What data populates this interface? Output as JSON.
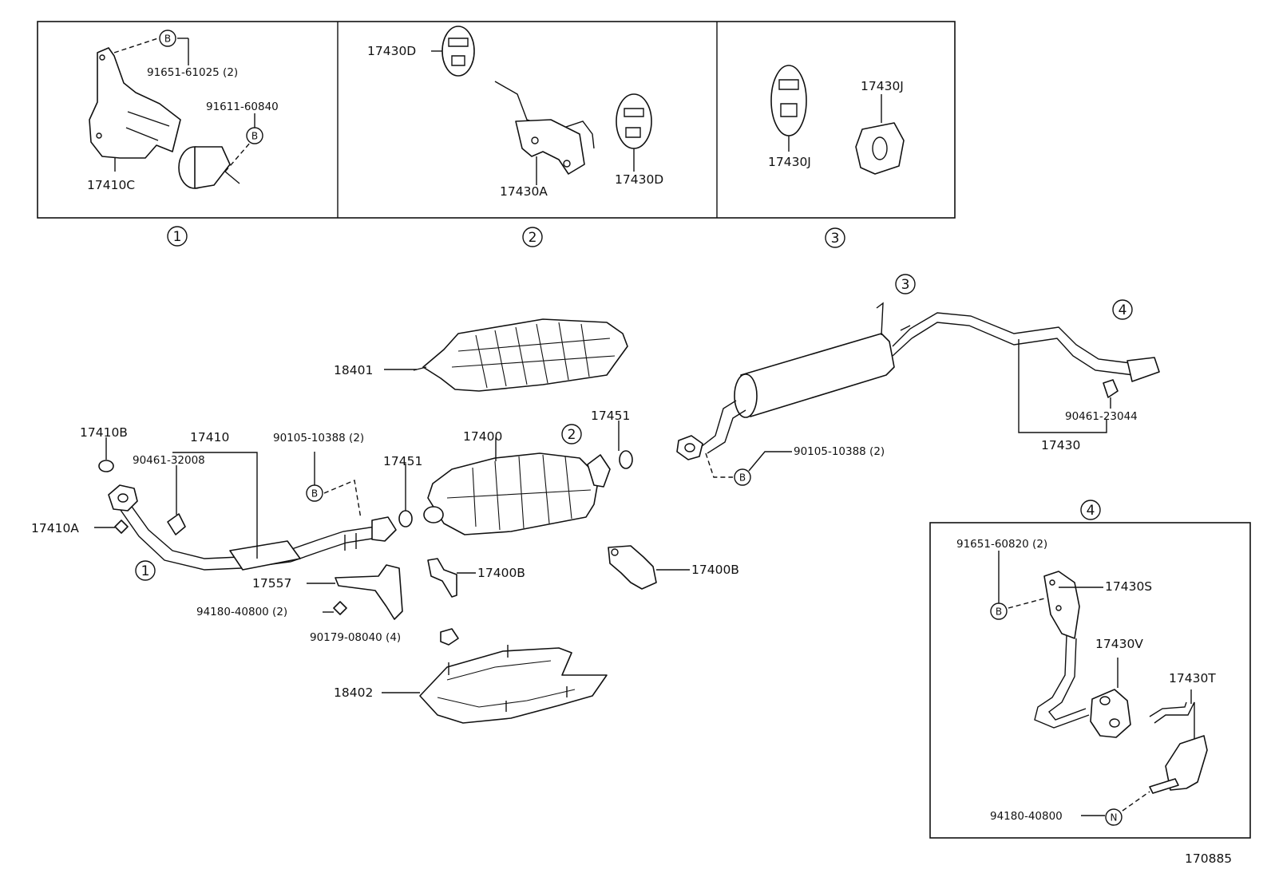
{
  "diagram_id": "170885",
  "circle_markers": [
    "1",
    "2",
    "3",
    "4"
  ],
  "badges": {
    "bolt": "B",
    "nut": "N"
  },
  "detail_1": {
    "parts": [
      "91651-61025 (2)",
      "91611-60840",
      "17410C"
    ]
  },
  "detail_2": {
    "parts": [
      "17430D",
      "17430A",
      "17430D"
    ]
  },
  "detail_3": {
    "parts": [
      "17430J",
      "17430J"
    ]
  },
  "detail_4": {
    "parts": [
      "91651-60820 (2)",
      "17430S",
      "17430V",
      "17430T",
      "94180-40800"
    ]
  },
  "main": {
    "cat_upper": "18401",
    "front_pipe": "17410",
    "gasket_front": "17410B",
    "nut_front": "17410A",
    "clamp_front": "90461-32008",
    "bolt_front": "90105-10388 (2)",
    "gasket_mid_a": "17451",
    "converter": "17400",
    "gasket_mid_b": "17451",
    "bracket_17557": "17557",
    "nut_94180": "94180-40800 (2)",
    "nut_90179": "90179-08040 (4)",
    "bracket_left": "17400B",
    "bracket_right": "17400B",
    "heat_shield": "18402",
    "bolt_rear": "90105-10388 (2)",
    "clamp_rear": "90461-23044",
    "tail_pipe": "17430"
  }
}
